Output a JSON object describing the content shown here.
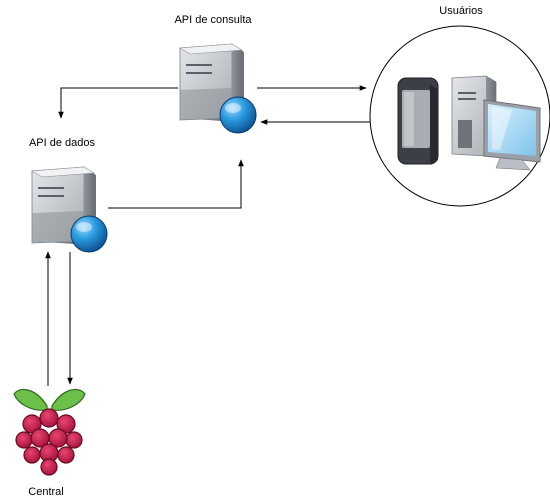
{
  "nodes": {
    "api_consulta": {
      "label": "API de consulta",
      "icon": "web-server-icon"
    },
    "api_dados": {
      "label": "API de dados",
      "icon": "web-server-icon"
    },
    "usuarios": {
      "label": "Usuários",
      "icons": [
        "smartphone-icon",
        "desktop-computer-icon"
      ]
    },
    "central": {
      "label": "Central",
      "icon": "raspberry-pi-icon"
    }
  },
  "colors": {
    "edge": "#000000",
    "globe": "#1a8ad4",
    "server_body": "#c9cdd2",
    "raspberry": "#c51a4a",
    "leaf": "#6cc04a"
  }
}
